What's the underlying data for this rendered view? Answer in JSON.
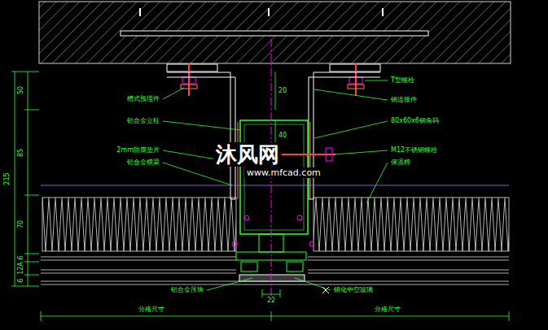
{
  "diagram": {
    "labels": [
      "槽式预埋件",
      "铝合金立柱",
      "2mm防腐垫片",
      "铝合金横梁",
      "T型螺栓",
      "钢连接件",
      "80x60x6钢角码",
      "M12不锈钢螺栓",
      "保温棉",
      "铝合金压块",
      "钢化中空玻璃",
      "分格尺寸",
      "分格尺寸",
      "50",
      "215",
      "85",
      "70",
      "6",
      "12A",
      "6",
      "40",
      "20",
      "22",
      "沐风网",
      "www.mfcad.com"
    ]
  }
}
